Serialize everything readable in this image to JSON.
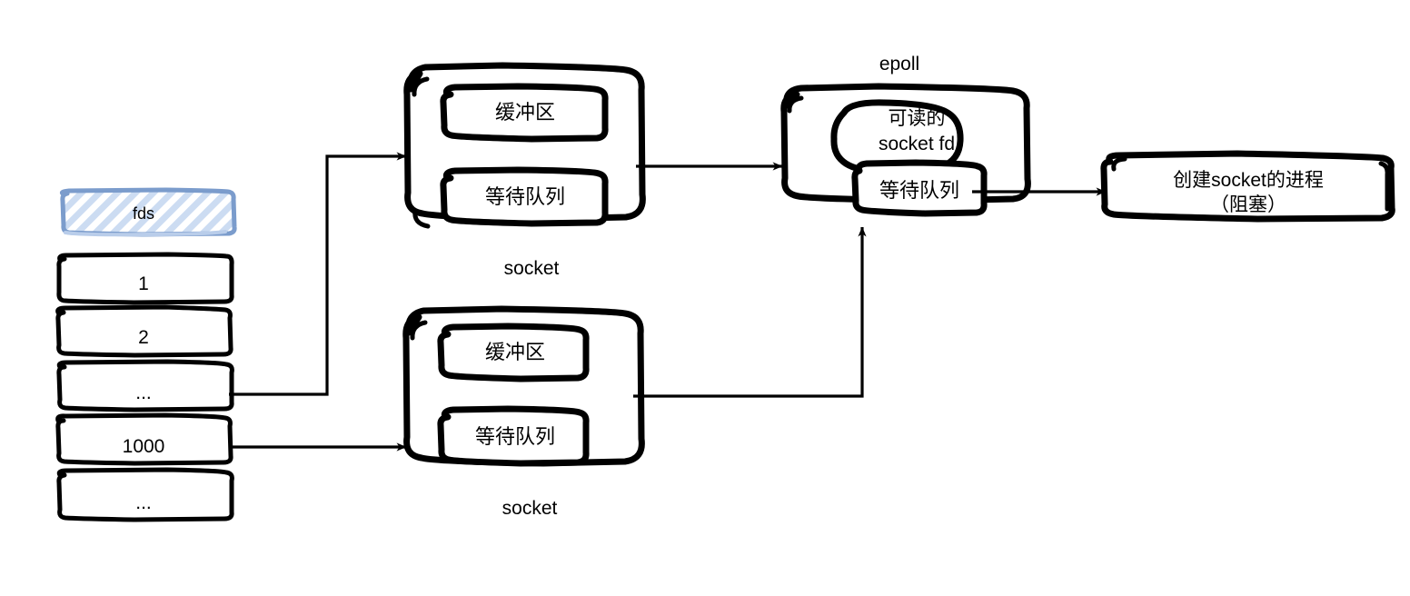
{
  "diagram": {
    "title": "epoll socket wait queue diagram",
    "type": "flowchart",
    "style": "hand-drawn sketch",
    "colors": {
      "stroke": "#000000",
      "background": "#ffffff",
      "fds_border": "#7b9ccc",
      "fds_hatch": "#c9d9f0",
      "fds_fill": "#ffffff"
    }
  },
  "fds_stack": {
    "header": {
      "label": "fds"
    },
    "rows": [
      {
        "label": "1"
      },
      {
        "label": "2"
      },
      {
        "label": "..."
      },
      {
        "label": "1000"
      },
      {
        "label": "..."
      }
    ]
  },
  "sockets": [
    {
      "caption": "socket",
      "buffer_label": "缓冲区",
      "wait_queue_label": "等待队列"
    },
    {
      "caption": "socket",
      "buffer_label": "缓冲区",
      "wait_queue_label": "等待队列"
    }
  ],
  "epoll": {
    "caption": "epoll",
    "readable_fd_label": "可读的\nsocket fd",
    "readable_fd_line1": "可读的",
    "readable_fd_line2": "socket fd",
    "wait_queue_label": "等待队列"
  },
  "process": {
    "line1": "创建socket的进程",
    "line2": "（阻塞）"
  },
  "connections": [
    {
      "from": "fds-row-dots",
      "to": "socket-1",
      "kind": "elbow-arrow"
    },
    {
      "from": "fds-row-1000",
      "to": "socket-2",
      "kind": "straight-arrow"
    },
    {
      "from": "socket-1",
      "to": "epoll",
      "kind": "straight-arrow"
    },
    {
      "from": "socket-2",
      "to": "epoll-wait-queue",
      "kind": "elbow-arrow"
    },
    {
      "from": "epoll-wait-queue",
      "to": "process",
      "kind": "straight-arrow"
    }
  ]
}
